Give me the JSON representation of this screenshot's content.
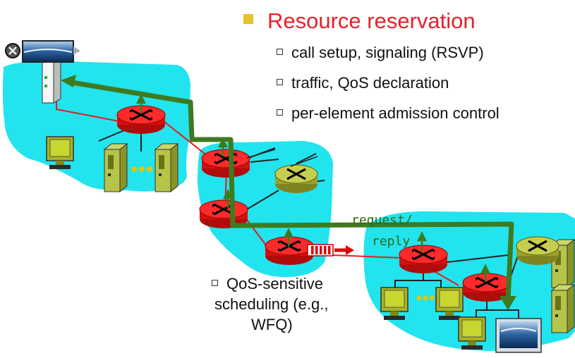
{
  "title": "Resource reservation",
  "sub_bullets": [
    "call setup, signaling (RSVP)",
    "traffic, QoS declaration",
    "per-element admission control"
  ],
  "qos_note": [
    "QoS-sensitive",
    "scheduling (e.g.,",
    "WFQ)"
  ],
  "request_label": "request/",
  "reply_label": "reply",
  "colors": {
    "title": "#e8202a",
    "bullet": "#e6c22a",
    "cloud": "#22e4ee",
    "router_core": "#ee1111",
    "router_edge": "#b4bc3a",
    "signal_path": "#3f7a1e",
    "link": "#dd2020"
  }
}
